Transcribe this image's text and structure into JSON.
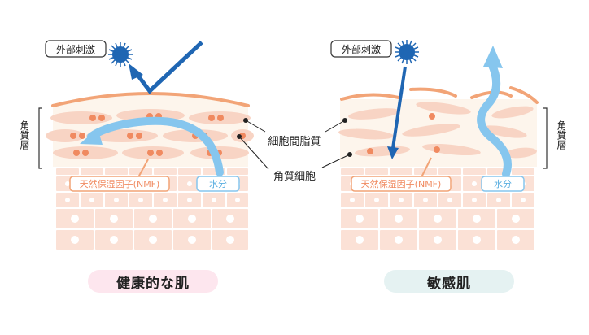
{
  "labels": {
    "external_stimulus_left": "外部刺激",
    "external_stimulus_right": "外部刺激",
    "stratum_corneum_left": "角質層",
    "stratum_corneum_right": "角質層",
    "intercellular_lipid": "細胞間脂質",
    "corneocyte": "角質細胞",
    "nmf_left": "天然保湿因子(NMF)",
    "nmf_right": "天然保湿因子(NMF)",
    "water_left": "水分",
    "water_right": "水分",
    "healthy_skin": "健康的な肌",
    "sensitive_skin": "敏感肌"
  },
  "colors": {
    "arrow_blue": "#1f66b3",
    "water_blue": "#86c6ee",
    "skin_orange": "#f2a477",
    "cell_fill": "#fbe1d6",
    "healthy_pill": "#fde6ee",
    "sensitive_pill": "#e5f2f2"
  }
}
